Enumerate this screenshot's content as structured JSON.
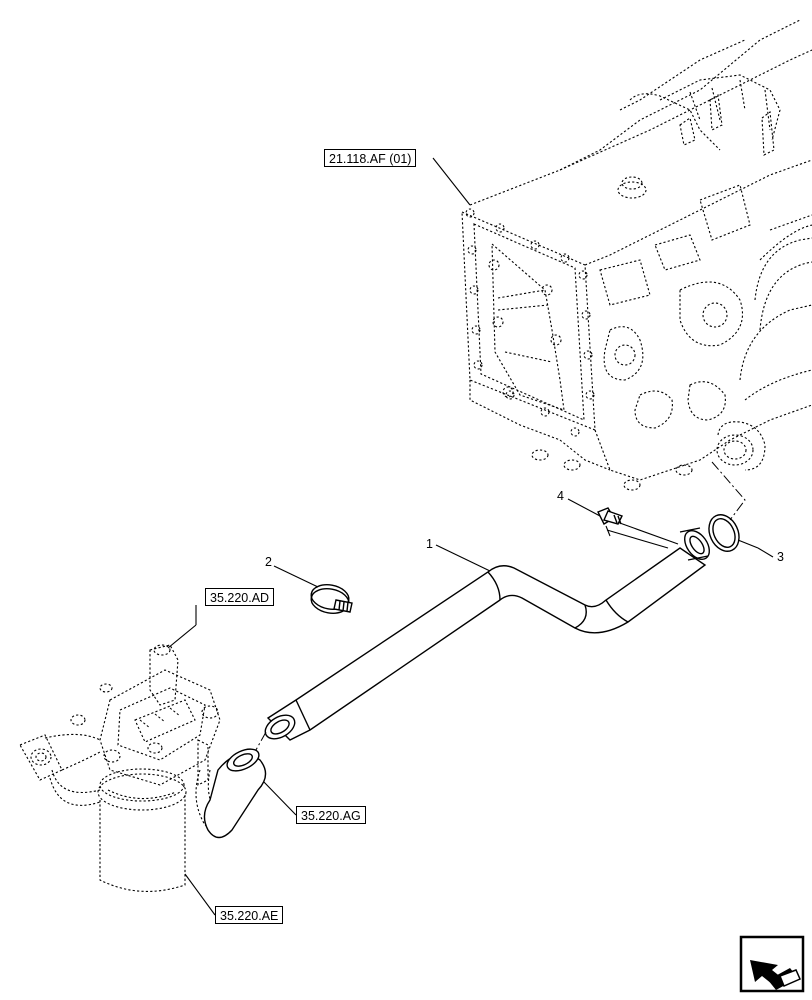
{
  "references": {
    "transmission": "21.118.AF (01)",
    "filter_head": "35.220.AD",
    "suction_hose": "35.220.AG",
    "filter": "35.220.AE"
  },
  "callouts": {
    "tube": "1",
    "hose_clamp": "2",
    "o_ring": "3",
    "bolt": "4"
  },
  "icons": {
    "navigation": "arrow-navigation-icon"
  }
}
